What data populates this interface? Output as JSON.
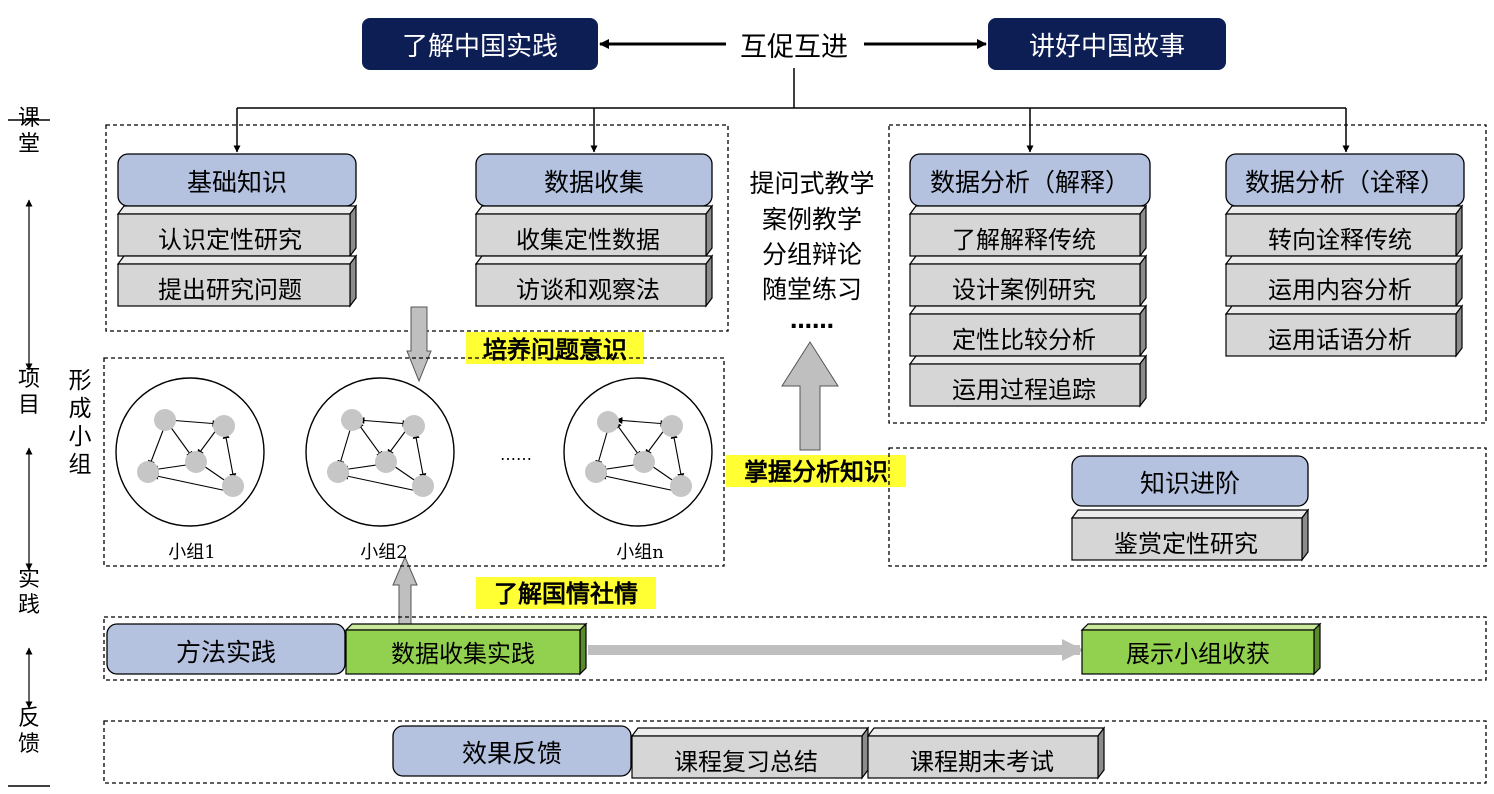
{
  "top": {
    "left_box": "了解中国实践",
    "center": "互促互进",
    "right_box": "讲好中国故事"
  },
  "side_axis": {
    "stage1": "课堂",
    "stage2": "项目",
    "stage3": "实践",
    "stage4": "反馈"
  },
  "classroom_left": {
    "module1": {
      "title": "基础知识",
      "items": [
        "认识定性研究",
        "提出研究问题"
      ]
    },
    "module2": {
      "title": "数据收集",
      "items": [
        "收集定性数据",
        "访谈和观察法"
      ]
    }
  },
  "teaching_methods": [
    "提问式教学",
    "案例教学",
    "分组辩论",
    "随堂练习",
    "……"
  ],
  "classroom_right": {
    "module3": {
      "title": "数据分析（解释）",
      "items": [
        "了解解释传统",
        "设计案例研究",
        "定性比较分析",
        "运用过程追踪"
      ]
    },
    "module4": {
      "title": "数据分析（诠释）",
      "items": [
        "转向诠释传统",
        "运用内容分析",
        "运用话语分析"
      ]
    }
  },
  "highlights": {
    "h1": "培养问题意识",
    "h2": "掌握分析知识",
    "h3": "了解国情社情"
  },
  "groups": {
    "label": "形成小组",
    "ellipsis": "……",
    "names": [
      "小组1",
      "小组2",
      "小组n"
    ]
  },
  "advanced": {
    "title": "知识进阶",
    "item": "鉴赏定性研究"
  },
  "practice": {
    "label": "方法实践",
    "step1": "数据收集实践",
    "step2": "展示小组收获"
  },
  "feedback": {
    "label": "效果反馈",
    "item1": "课程复习总结",
    "item2": "课程期末考试"
  },
  "colors": {
    "navy": "#0d1e55",
    "module_blue": "#b4c2e0",
    "item_gray": "#d6d6d6",
    "practice_green": "#92d050",
    "highlight_yellow": "#ffff33",
    "node_gray": "#c6c6c6"
  }
}
